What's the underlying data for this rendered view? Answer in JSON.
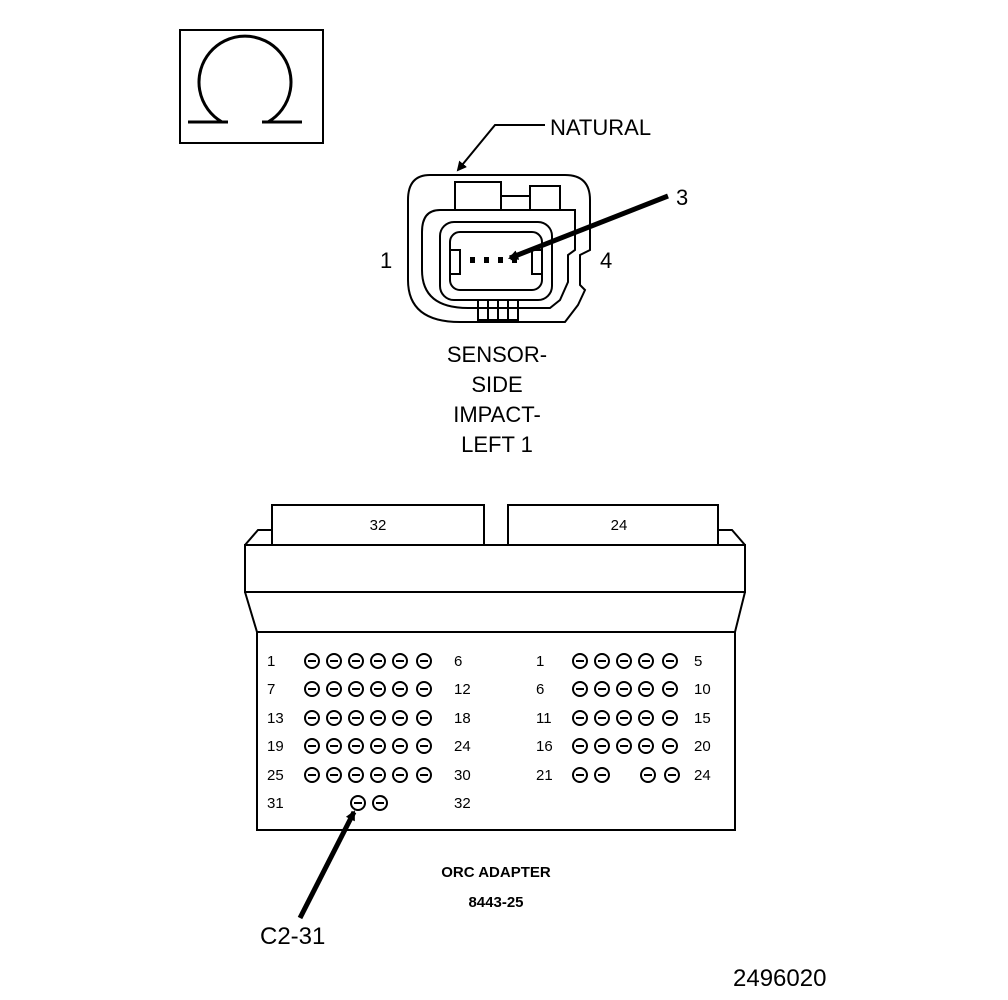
{
  "symbol": {
    "icon": "ohm-icon"
  },
  "sensor": {
    "color_label": "NATURAL",
    "pin_left": "1",
    "pin_right": "4",
    "pin_callout": "3",
    "name_lines": [
      "SENSOR-",
      "SIDE",
      "IMPACT-",
      "LEFT 1"
    ]
  },
  "adapter": {
    "connector_left_label": "32",
    "connector_right_label": "24",
    "left_rows": [
      {
        "start": "1",
        "end": "6",
        "count": 6
      },
      {
        "start": "7",
        "end": "12",
        "count": 6
      },
      {
        "start": "13",
        "end": "18",
        "count": 6
      },
      {
        "start": "19",
        "end": "24",
        "count": 6
      },
      {
        "start": "25",
        "end": "30",
        "count": 6
      },
      {
        "start": "31",
        "end": "32",
        "count": 2
      }
    ],
    "right_rows": [
      {
        "start": "1",
        "end": "5",
        "count": 5
      },
      {
        "start": "6",
        "end": "10",
        "count": 5
      },
      {
        "start": "11",
        "end": "15",
        "count": 5
      },
      {
        "start": "16",
        "end": "20",
        "count": 5
      },
      {
        "start": "21",
        "end": "24",
        "count": 4
      }
    ],
    "name": "ORC ADAPTER",
    "part_number": "8443-25",
    "callout": "C2-31"
  },
  "figure_number": "2496020"
}
